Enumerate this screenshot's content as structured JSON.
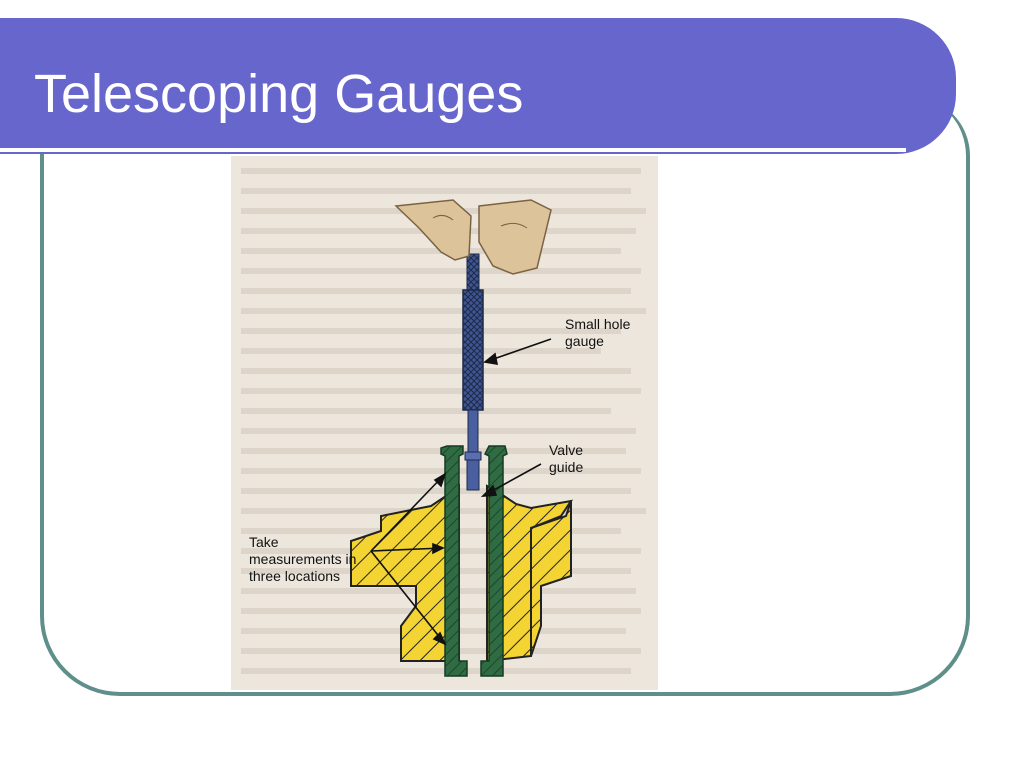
{
  "slide": {
    "title": "Telescoping Gauges",
    "accent_color": "#6666cc",
    "frame_color": "#5f8f8a"
  },
  "figure": {
    "labels": {
      "small_hole_gauge": "Small hole gauge",
      "valve_guide": "Valve guide",
      "take_measurements": "Take measurements in three locations"
    },
    "colors": {
      "paper": "#ede6dc",
      "valve_guide": "#2f6b43",
      "cylinder_head": "#f3d433",
      "gauge": "#4a5fa0",
      "fingers": "#dcc39a"
    }
  }
}
